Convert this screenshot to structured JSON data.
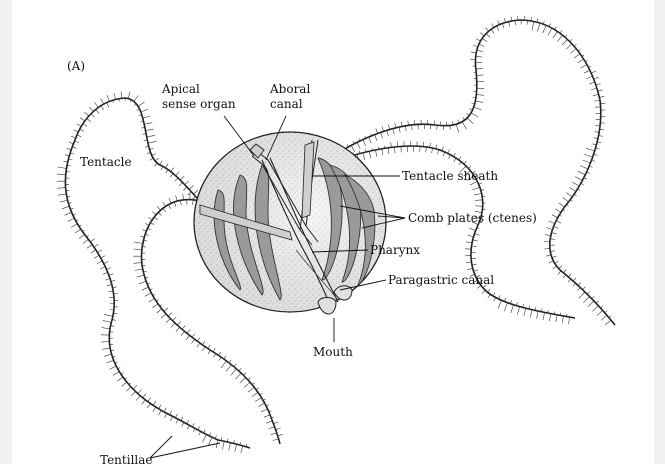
{
  "figure": {
    "panel_label": "(A)",
    "labels": {
      "apical_sense_organ": [
        "Apical",
        "sense organ"
      ],
      "aboral_canal": [
        "Aboral",
        "canal"
      ],
      "tentacle": "Tentacle",
      "tentacle_sheath": "Tentacle sheath",
      "comb_plates": "Comb plates (ctenes)",
      "pharynx": "Pharynx",
      "paragastric_canal": "Paragastric canal",
      "mouth": "Mouth",
      "tentillae": "Tentillae"
    }
  },
  "colors": {
    "ink": "#111111",
    "paper": "#ffffff",
    "backdrop": "#f1f1f1",
    "body_fill": "#e9e9e9"
  }
}
